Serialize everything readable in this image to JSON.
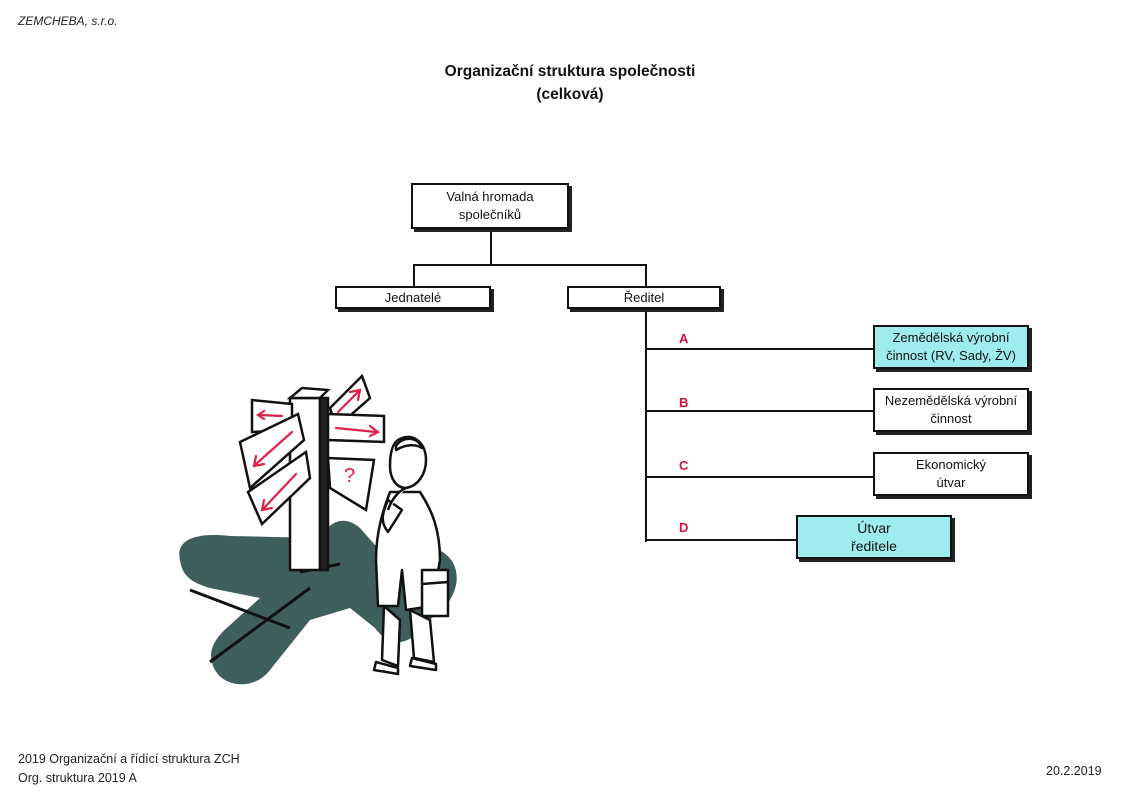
{
  "header": {
    "company": "ZEMCHEBA, s.r.o.",
    "title_line1": "Organizační struktura společnosti",
    "title_line2": "(celková)"
  },
  "org": {
    "root": {
      "line1": "Valná hromada",
      "line2": "společníků"
    },
    "jednatele": "Jednatelé",
    "reditel": "Ředitel",
    "units": [
      {
        "letter": "A",
        "line1": "Zemědělská výrobní",
        "line2": "činnost (RV, Sady, ŽV)",
        "highlight": true
      },
      {
        "letter": "B",
        "line1": "Nezemědělská výrobní",
        "line2": "činnost",
        "highlight": false
      },
      {
        "letter": "C",
        "line1": "Ekonomický",
        "line2": "útvar",
        "highlight": false
      },
      {
        "letter": "D",
        "line1": "Útvar",
        "line2": "ředitele",
        "highlight": true
      }
    ]
  },
  "footer": {
    "doc_line1": "2019 Organizační a řídící struktura ZCH",
    "doc_line2": "Org. struktura 2019 A",
    "date": "20.2.2019"
  },
  "colors": {
    "highlight_fill": "#9eecee",
    "branch_letter": "#d4143c",
    "illustration_shadow": "#3f5f5c",
    "illustration_arrows": "#e0204a"
  },
  "illustration": {
    "icon": "signpost-with-man-icon",
    "signpost_mark": "?"
  }
}
